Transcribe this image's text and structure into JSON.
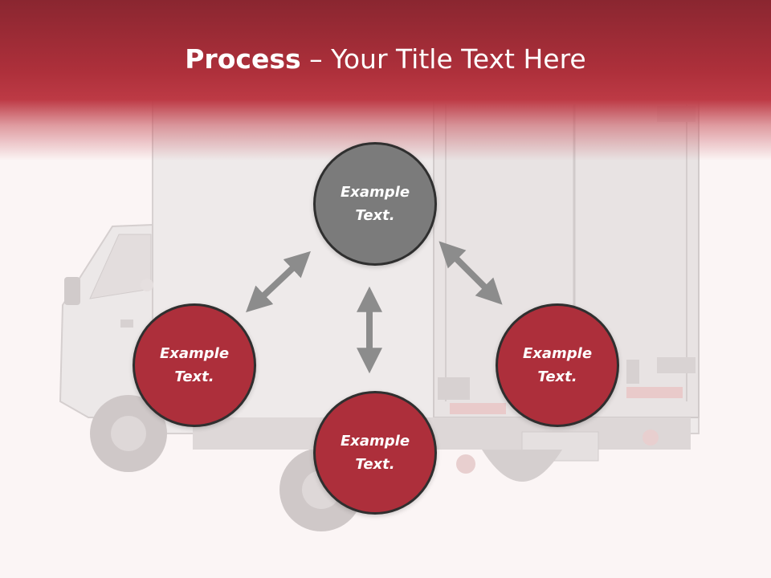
{
  "slide": {
    "title_bold": "Process",
    "title_rest": " – Your Title Text Here"
  },
  "colors": {
    "header": "#b3333e",
    "node_accent": "#ad2f3b",
    "node_center": "#7b7b7b",
    "arrow": "#8c8c8c",
    "background": "#fbf5f5"
  },
  "diagram": {
    "nodes": [
      {
        "id": "top",
        "text": "Example Text."
      },
      {
        "id": "left",
        "text": "Example Text."
      },
      {
        "id": "right",
        "text": "Example Text."
      },
      {
        "id": "bottom",
        "text": "Example Text."
      }
    ],
    "connectors": [
      {
        "from": "top",
        "to": "left",
        "style": "double-arrow"
      },
      {
        "from": "top",
        "to": "right",
        "style": "double-arrow"
      },
      {
        "from": "top",
        "to": "bottom",
        "style": "double-arrow"
      }
    ]
  }
}
